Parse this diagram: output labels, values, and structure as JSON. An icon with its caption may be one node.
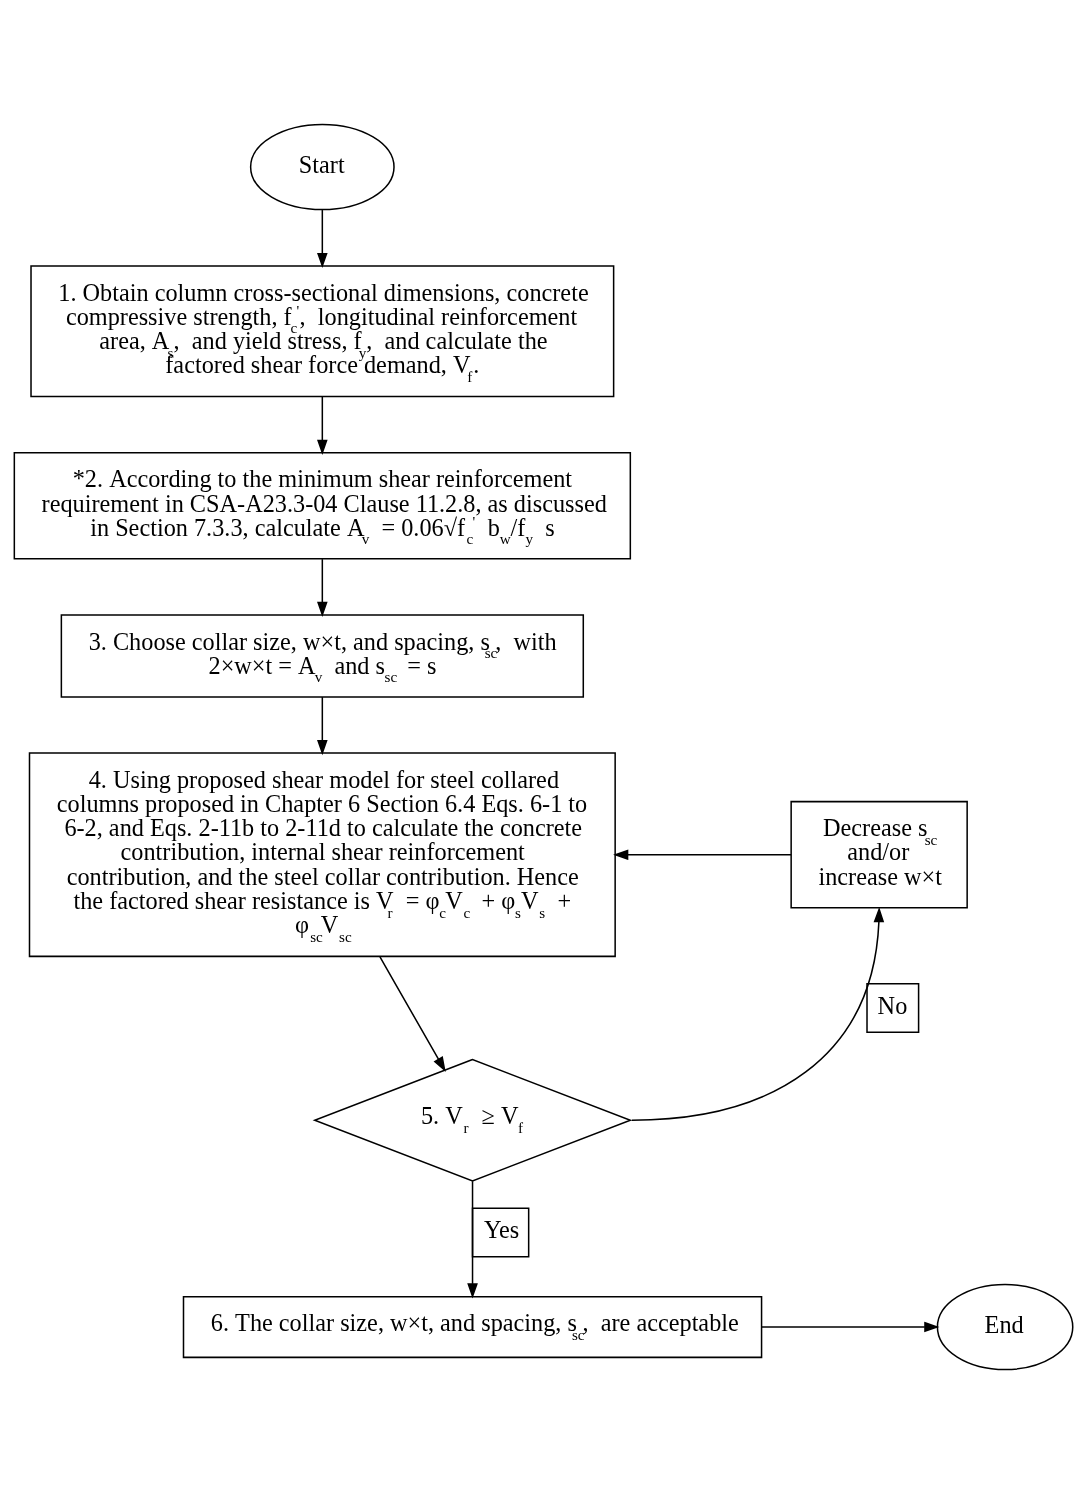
{
  "diagram": {
    "nodes": [
      {
        "text": [
          "Start"
        ]
      },
      {
        "text": [
          "1. Obtain column cross-sectional dimensions, concrete compressive strength, f$_{c}$$^{'}$, longitudinal reinforcement area, A$_{s}$, and yield stress, f$_{y}$, and calculate the factored shear force demand, V$_{f}$."
        ]
      },
      {
        "text": [
          "*2. According to the minimum shear reinforcement requirement in CSA-A23.3-04 Clause 11.2.8, as discussed in Section 7.3.3, calculate A$_{v}$ = 0.06√f$_{c}$$^{'}$ b$_{w}$/f$_{y}$ s"
        ]
      },
      {
        "text": [
          "3. Choose collar size, w×t, and spacing, s$_{sc}$, with 2×w×t = A$_{v}$ and s$_{sc}$ = s"
        ]
      },
      {
        "text": [
          "4. Using proposed shear model for steel collared columns proposed in Chapter 6 Section 6.4 Eqs. 6-1 to 6-2, and Eqs. 2-11b to 2-11d to calculate the concrete contribution, internal shear reinforcement contribution, and the steel collar contribution. Hence the factored shear resistance is V$_{r}$ = φ$_{c}$V$_{c}$ + φ$_{s}$V$_{s}$ + φ$_{sc}$V$_{sc}$"
        ]
      },
      {
        "text": [
          "Decrease s$_{sc}$ and/or increase w×t"
        ]
      },
      {
        "text": [
          "5. V$_{r}$ ≥ V$_{f}$"
        ]
      },
      {
        "text": [
          "6. The collar size, w×t, and spacing, s$_{sc}$, are acceptable"
        ]
      },
      {
        "text": [
          "End"
        ]
      }
    ],
    "edges": [
      {
        "from": 0,
        "to": 1,
        "arrow": "to"
      },
      {
        "from": 1,
        "to": 2,
        "arrow": "to"
      },
      {
        "from": 2,
        "to": 3,
        "arrow": "to"
      },
      {
        "from": 3,
        "to": 4,
        "arrow": "to"
      },
      {
        "from": 4,
        "to": 6,
        "arrow": "to"
      },
      {
        "from": 6,
        "to": 5,
        "arrow": "to",
        "label": "No"
      },
      {
        "from": 5,
        "to": 4,
        "arrow": "to"
      },
      {
        "from": 6,
        "to": 7,
        "arrow": "to",
        "label": "Yes"
      },
      {
        "from": 7,
        "to": 8,
        "arrow": "to"
      }
    ]
  }
}
